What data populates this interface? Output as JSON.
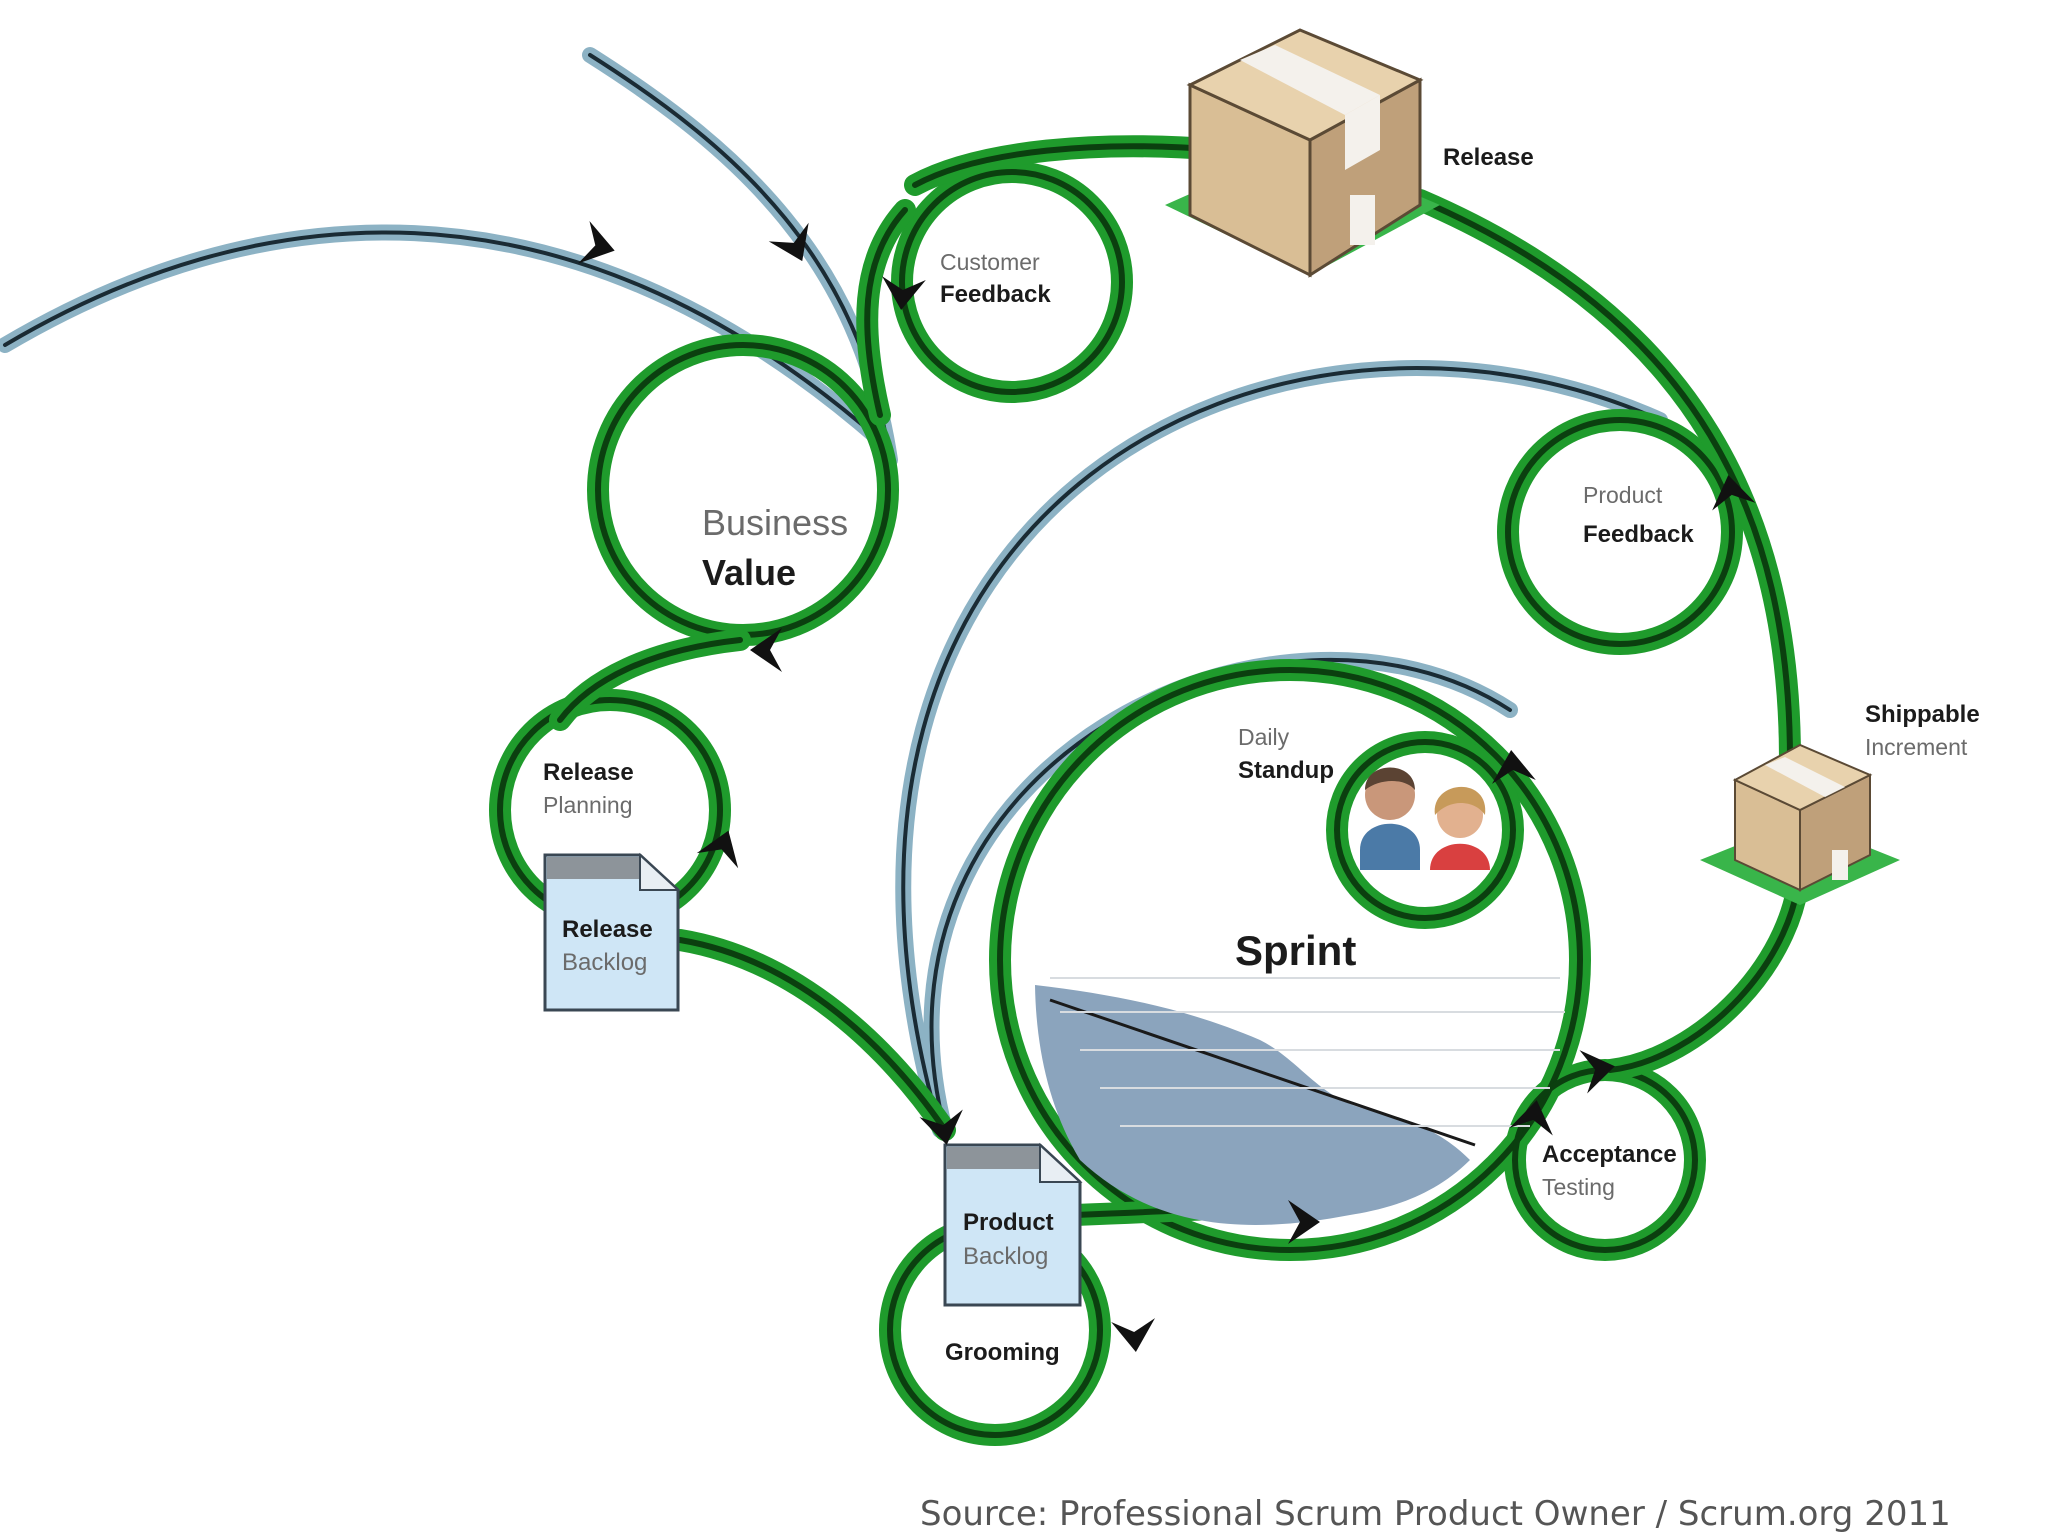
{
  "labels": {
    "customer_feedback": [
      "Customer",
      "Feedback"
    ],
    "release": "Release",
    "business_value": [
      "Business",
      "Value"
    ],
    "product_feedback": [
      "Product",
      "Feedback"
    ],
    "release_planning": [
      "Release",
      "Planning"
    ],
    "release_backlog": [
      "Release",
      "Backlog"
    ],
    "daily_standup": [
      "Daily",
      "Standup"
    ],
    "shippable_increment": [
      "Shippable",
      "Increment"
    ],
    "sprint": "Sprint",
    "acceptance_testing": [
      "Acceptance",
      "Testing"
    ],
    "product_backlog": [
      "Product",
      "Backlog"
    ],
    "grooming": "Grooming",
    "source": "Source: Professional Scrum Product Owner / Scrum.org 2011"
  },
  "colors": {
    "green": "#1f9b2c",
    "green_dark": "#0b3f0f",
    "blue": "#8cb2c4",
    "box": "#d5b98f",
    "document": "#cfe6f6",
    "burndown": "#8ba4bd"
  },
  "icons": {
    "release": "cardboard-box-icon",
    "shippable_increment": "cardboard-box-icon",
    "daily_standup": "people-icon",
    "release_backlog": "document-icon",
    "product_backlog": "document-icon"
  }
}
